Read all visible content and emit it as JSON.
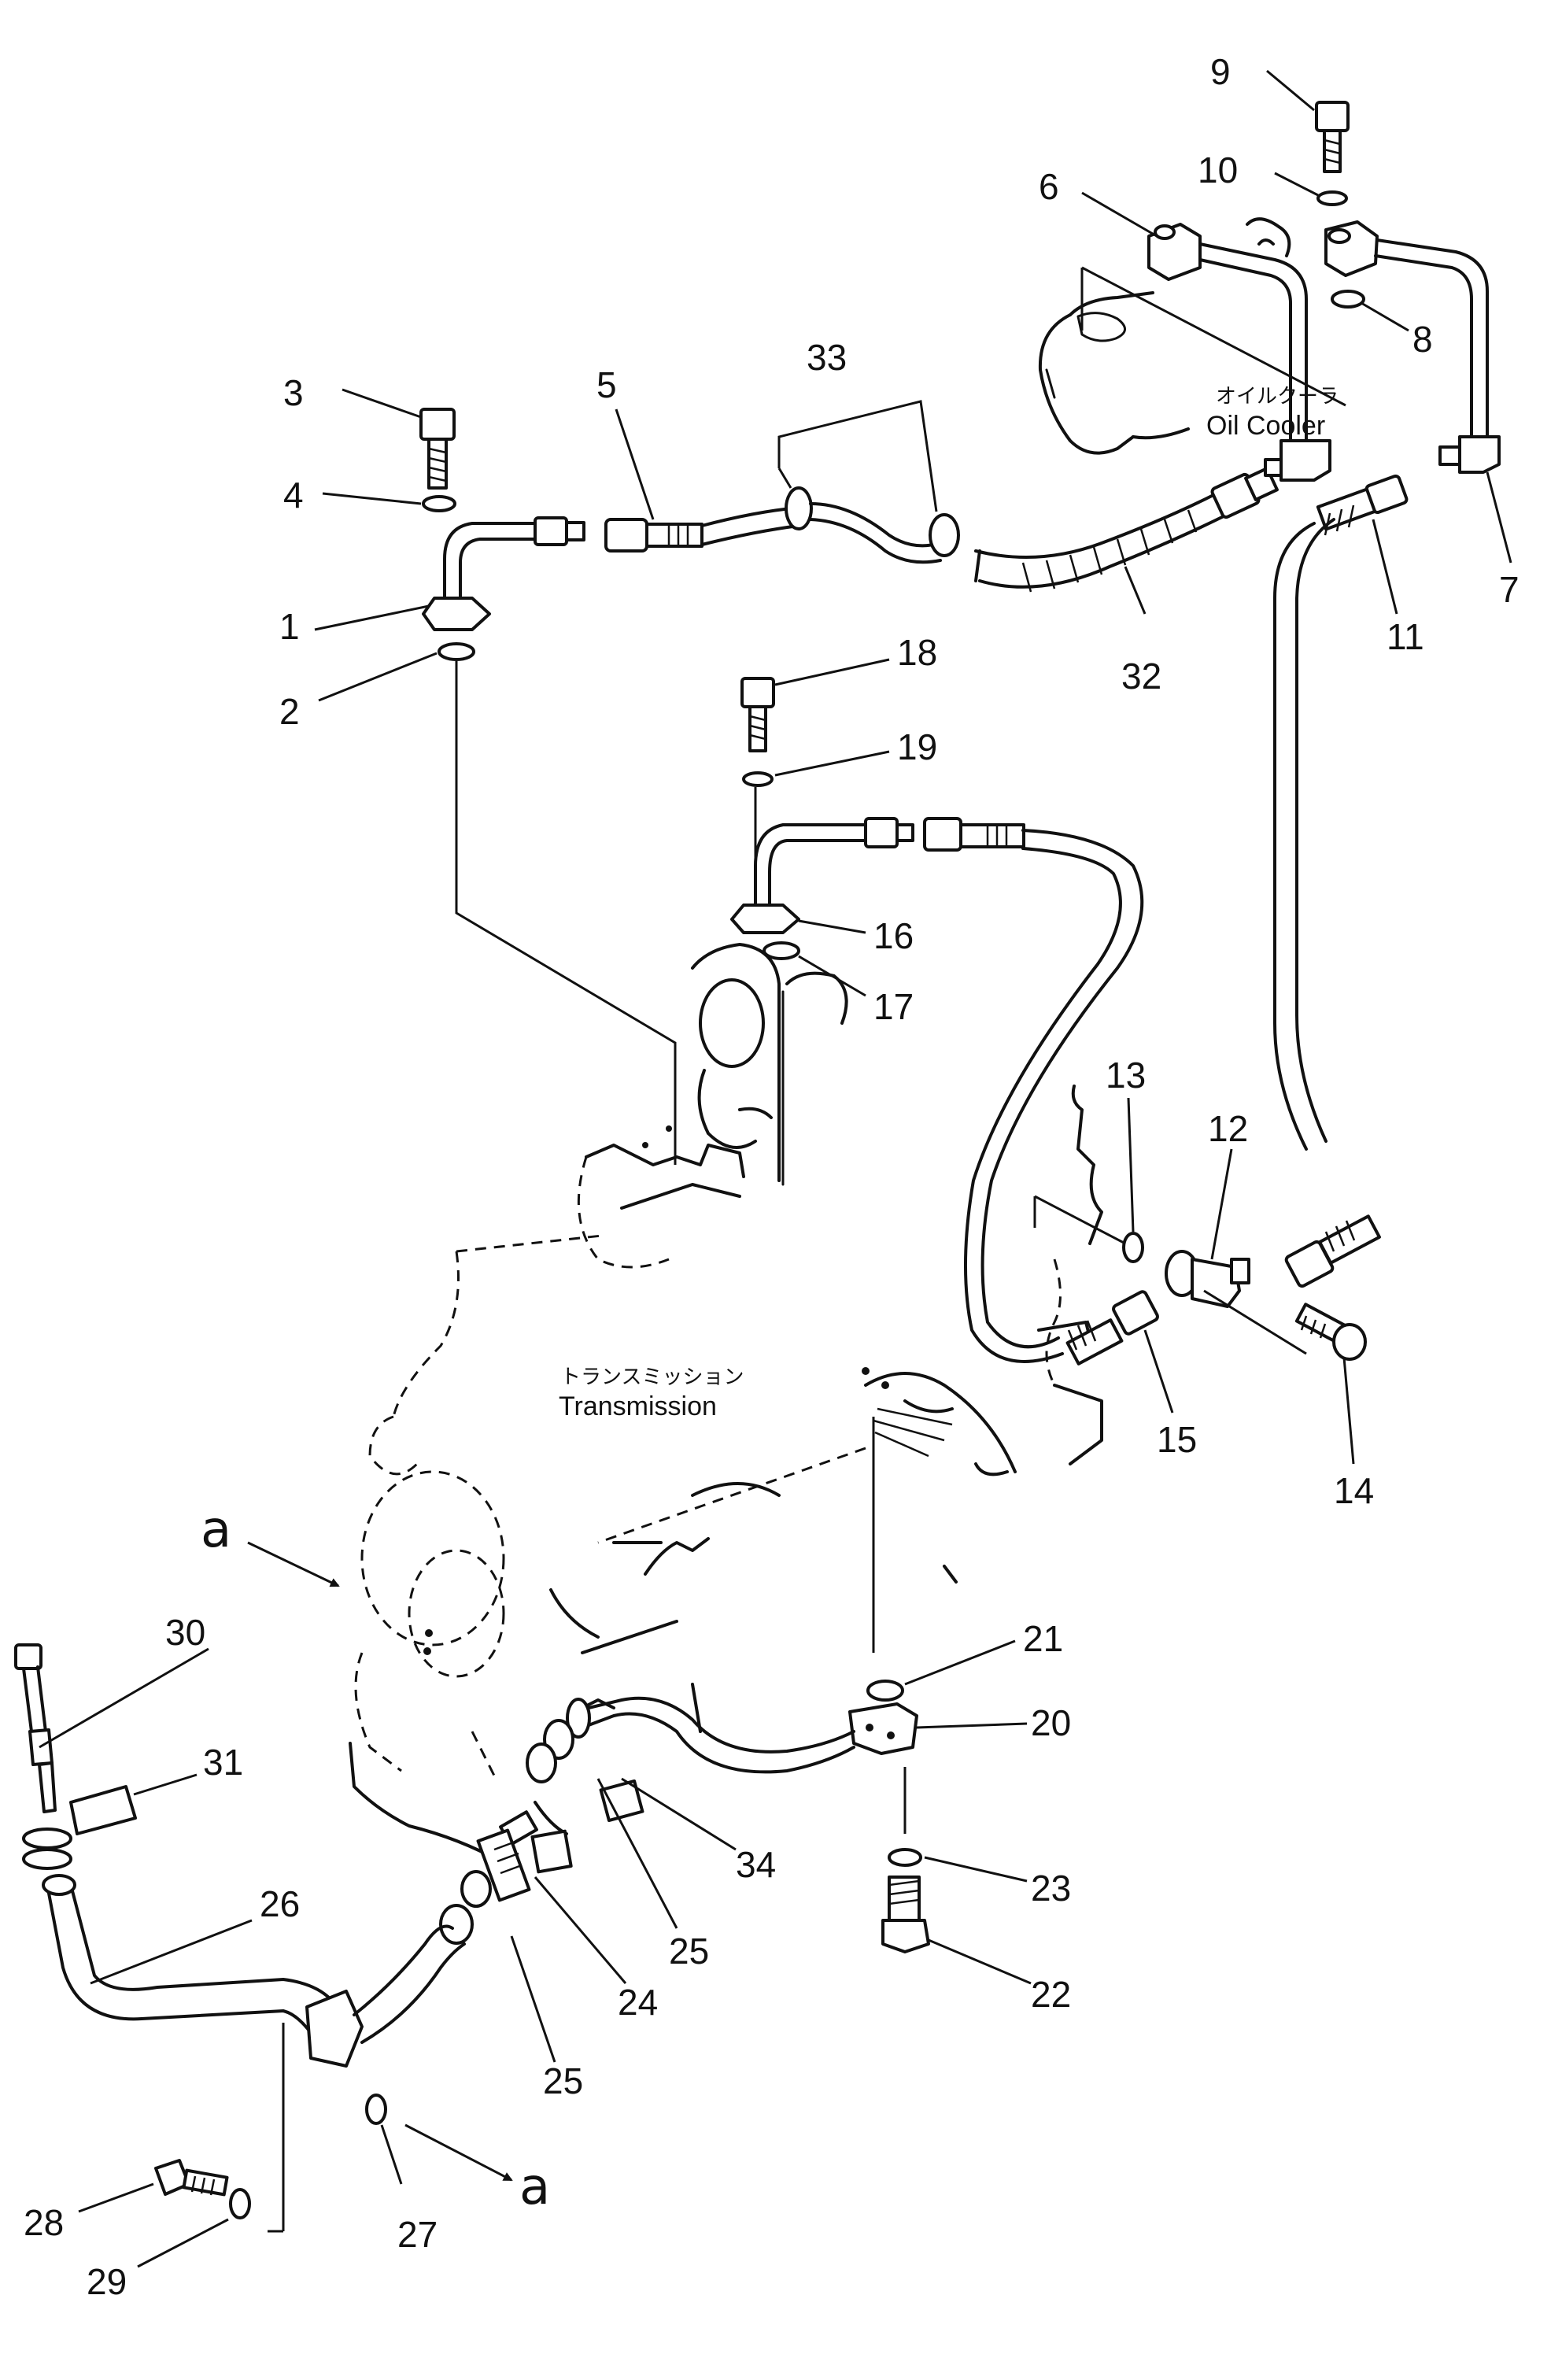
{
  "diagram": {
    "oil_cooler_label_jp": "オイルクーラ",
    "oil_cooler_label_en": "Oil Cooler",
    "transmission_label_jp": "トランスミッション",
    "transmission_label_en": "Transmission",
    "view_marker": "a",
    "callouts": [
      "1",
      "2",
      "3",
      "4",
      "5",
      "6",
      "7",
      "8",
      "9",
      "10",
      "11",
      "12",
      "13",
      "14",
      "15",
      "16",
      "17",
      "18",
      "19",
      "20",
      "21",
      "22",
      "23",
      "24",
      "25",
      "26",
      "27",
      "28",
      "29",
      "30",
      "31",
      "32",
      "33",
      "34"
    ]
  }
}
